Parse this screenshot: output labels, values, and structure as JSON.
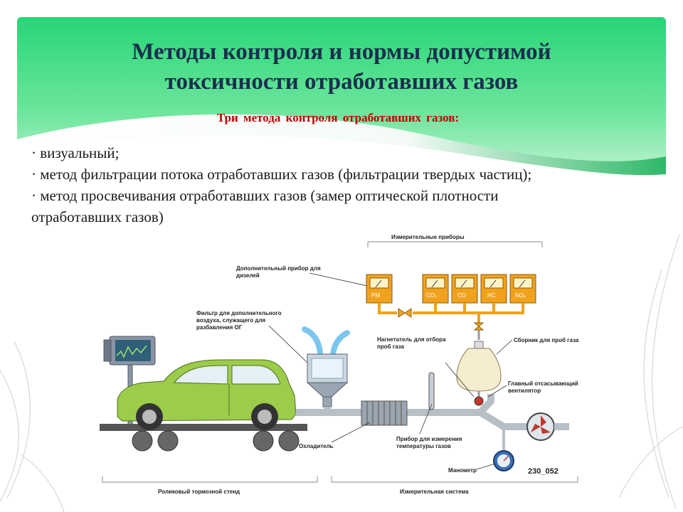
{
  "slide": {
    "title_line1": "Методы контроля и нормы допустимой",
    "title_line2": "токсичности отработавших газов",
    "subtitle": "Три метода контроля отработавших газов:",
    "bullets": [
      "· визуальный;",
      "· метод фильтрации потока отработавших газов (фильтрации твердых частиц);",
      "· метод просвечивания отработавших газов (замер оптической плотности",
      "отработавших газов)"
    ]
  },
  "colors": {
    "header_green": "#2fd77a",
    "title_color": "#1b2f4e",
    "subtitle_color": "#c00000",
    "car_green": "#9ccc4a",
    "instrument_orange": "#f0a21c"
  },
  "diagram": {
    "label_instruments": "Измерительные приборы",
    "label_diesel": "Дополнительный прибор для",
    "label_diesel2": "дизелей",
    "label_filter1": "Фильтр для дополнительного",
    "label_filter2": "воздуха, служащего для",
    "label_filter3": "разбавления ОГ",
    "label_blower1": "Нагнетатель для отбора",
    "label_blower2": "проб газа",
    "label_collector": "Сборник для проб газа",
    "label_fan1": "Главный отсасывающий",
    "label_fan2": "вентилятор",
    "label_temp1": "Прибор для измерения",
    "label_temp2": "температуры газов",
    "label_cooler": "Охладитель",
    "label_manometer": "Манометр",
    "label_code": "230_052",
    "label_stand": "Роликовый тормозной стенд",
    "label_system": "Измерительная система",
    "gauges": [
      "PM",
      "CO₂",
      "CO",
      "HC",
      "NOₓ"
    ]
  }
}
